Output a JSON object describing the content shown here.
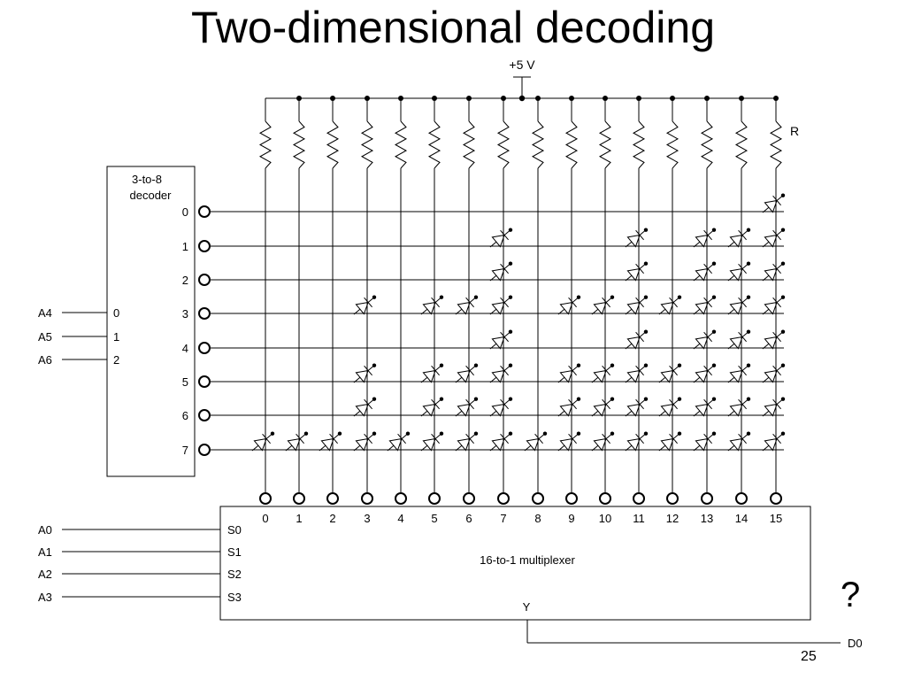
{
  "slide": {
    "title": "Two-dimensional decoding",
    "question_mark": "?",
    "page_number": "25"
  },
  "supply": {
    "voltage_label": "+5 V",
    "resistor_label": "R"
  },
  "decoder": {
    "title_line1": "3-to-8",
    "title_line2": "decoder",
    "inputs": [
      {
        "signal": "A4",
        "pin": "0"
      },
      {
        "signal": "A5",
        "pin": "1"
      },
      {
        "signal": "A6",
        "pin": "2"
      }
    ],
    "outputs": [
      "0",
      "1",
      "2",
      "3",
      "4",
      "5",
      "6",
      "7"
    ]
  },
  "multiplexer": {
    "title": "16-to-1 multiplexer",
    "data_inputs": [
      "0",
      "1",
      "2",
      "3",
      "4",
      "5",
      "6",
      "7",
      "8",
      "9",
      "10",
      "11",
      "12",
      "13",
      "14",
      "15"
    ],
    "selects": [
      {
        "signal": "A0",
        "pin": "S0"
      },
      {
        "signal": "A1",
        "pin": "S1"
      },
      {
        "signal": "A2",
        "pin": "S2"
      },
      {
        "signal": "A3",
        "pin": "S3"
      }
    ],
    "output_pin": "Y",
    "output_signal": "D0"
  },
  "diode_matrix": {
    "rows": [
      [
        0,
        0,
        0,
        0,
        0,
        0,
        0,
        0,
        0,
        0,
        0,
        0,
        0,
        0,
        0,
        1
      ],
      [
        0,
        0,
        0,
        0,
        0,
        0,
        0,
        1,
        0,
        0,
        0,
        1,
        0,
        1,
        1,
        1
      ],
      [
        0,
        0,
        0,
        0,
        0,
        0,
        0,
        1,
        0,
        0,
        0,
        1,
        0,
        1,
        1,
        1
      ],
      [
        0,
        0,
        0,
        1,
        0,
        1,
        1,
        1,
        0,
        1,
        1,
        1,
        1,
        1,
        1,
        1
      ],
      [
        0,
        0,
        0,
        0,
        0,
        0,
        0,
        1,
        0,
        0,
        0,
        1,
        0,
        1,
        1,
        1
      ],
      [
        0,
        0,
        0,
        1,
        0,
        1,
        1,
        1,
        0,
        1,
        1,
        1,
        1,
        1,
        1,
        1
      ],
      [
        0,
        0,
        0,
        1,
        0,
        1,
        1,
        1,
        0,
        1,
        1,
        1,
        1,
        1,
        1,
        1
      ],
      [
        1,
        1,
        1,
        1,
        1,
        1,
        1,
        1,
        1,
        1,
        1,
        1,
        1,
        1,
        1,
        1
      ]
    ]
  }
}
